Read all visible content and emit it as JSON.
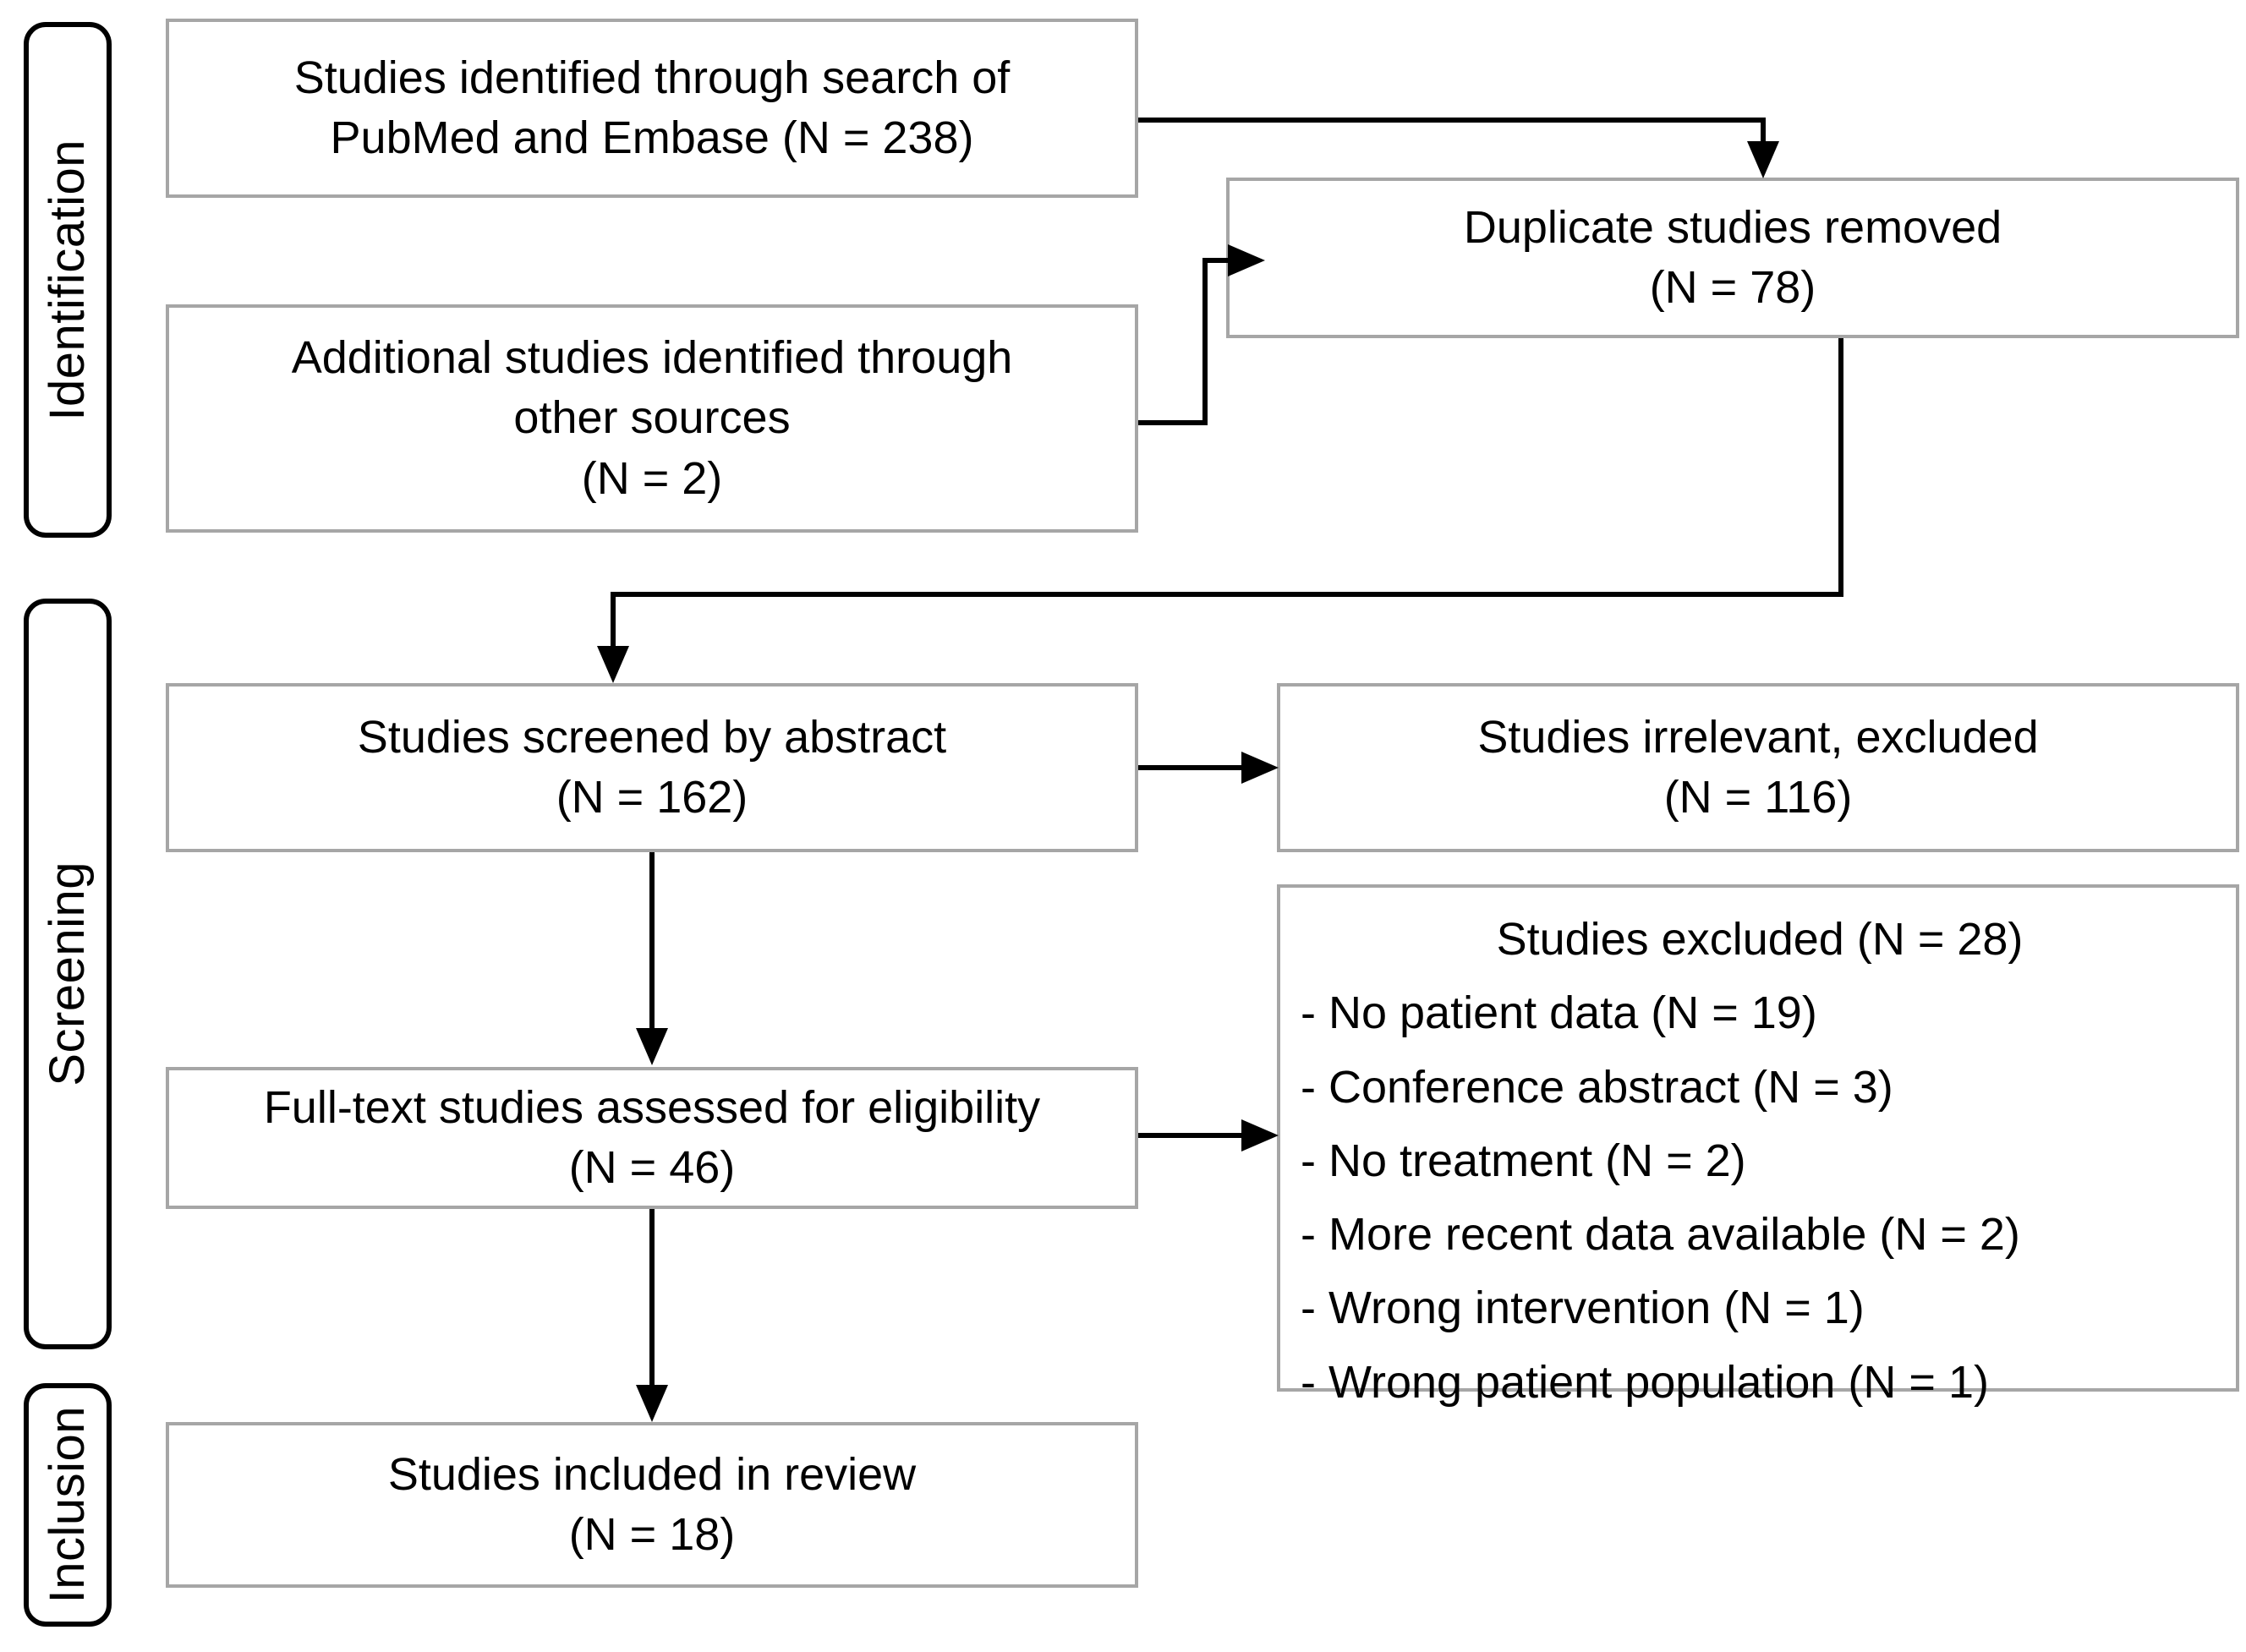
{
  "diagram": {
    "type": "PRISMA flow diagram",
    "stages": [
      {
        "label": "Identification"
      },
      {
        "label": "Screening"
      },
      {
        "label": "Inclusion"
      }
    ],
    "boxes": {
      "identified_search": "Studies identified through search of\nPubMed and Embase (N = 238)",
      "identified_other": "Additional studies identified through\nother sources\n(N = 2)",
      "duplicates_removed": "Duplicate studies removed\n(N = 78)",
      "screened_abstract": "Studies screened by abstract\n(N = 162)",
      "irrelevant_excluded": "Studies irrelevant, excluded\n(N = 116)",
      "fulltext_assessed": "Full-text studies assessed for eligibility\n(N = 46)",
      "included_review": "Studies included in review\n(N = 18)"
    },
    "excluded_box": {
      "title": "Studies excluded (N = 28)",
      "reasons": [
        "- No patient data (N = 19)",
        "- Conference abstract (N = 3)",
        "- No treatment (N = 2)",
        "- More recent data available (N = 2)",
        "- Wrong intervention  (N = 1)",
        "- Wrong patient population  (N = 1)"
      ]
    },
    "counts": {
      "identified_search_n": 238,
      "identified_other_n": 2,
      "duplicates_removed_n": 78,
      "screened_abstract_n": 162,
      "irrelevant_excluded_n": 116,
      "fulltext_assessed_n": 46,
      "excluded_total_n": 28,
      "included_review_n": 18,
      "excluded_no_patient_data_n": 19,
      "excluded_conference_abstract_n": 3,
      "excluded_no_treatment_n": 2,
      "excluded_more_recent_data_n": 2,
      "excluded_wrong_intervention_n": 1,
      "excluded_wrong_population_n": 1
    },
    "colors": {
      "box_border": "#a6a6a6",
      "stage_border": "#000000",
      "connector": "#000000",
      "background": "#ffffff",
      "text": "#000000"
    }
  }
}
